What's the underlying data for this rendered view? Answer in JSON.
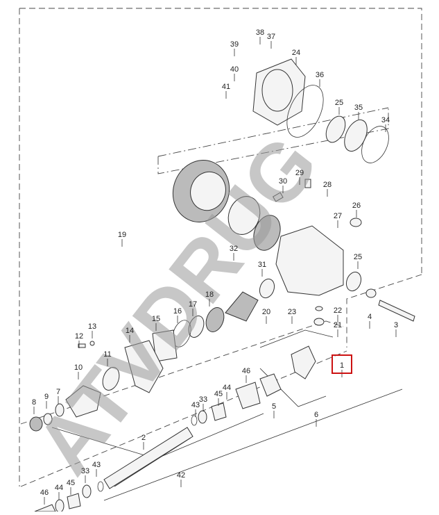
{
  "diagram": {
    "watermark": "ATVDRUG",
    "highlight_color": "#cc1111",
    "highlighted_callout": "1",
    "callouts": [
      "38",
      "37",
      "39",
      "24",
      "40",
      "36",
      "41",
      "25",
      "35",
      "34",
      "29",
      "30",
      "28",
      "19",
      "32",
      "31",
      "27",
      "26",
      "25",
      "18",
      "16",
      "17",
      "20",
      "23",
      "22",
      "4",
      "3",
      "21",
      "13",
      "14",
      "15",
      "12",
      "11",
      "10",
      "1",
      "9",
      "7",
      "8",
      "46",
      "44",
      "45",
      "43",
      "33",
      "5",
      "6",
      "2",
      "43",
      "33",
      "42",
      "46",
      "44",
      "45"
    ]
  }
}
